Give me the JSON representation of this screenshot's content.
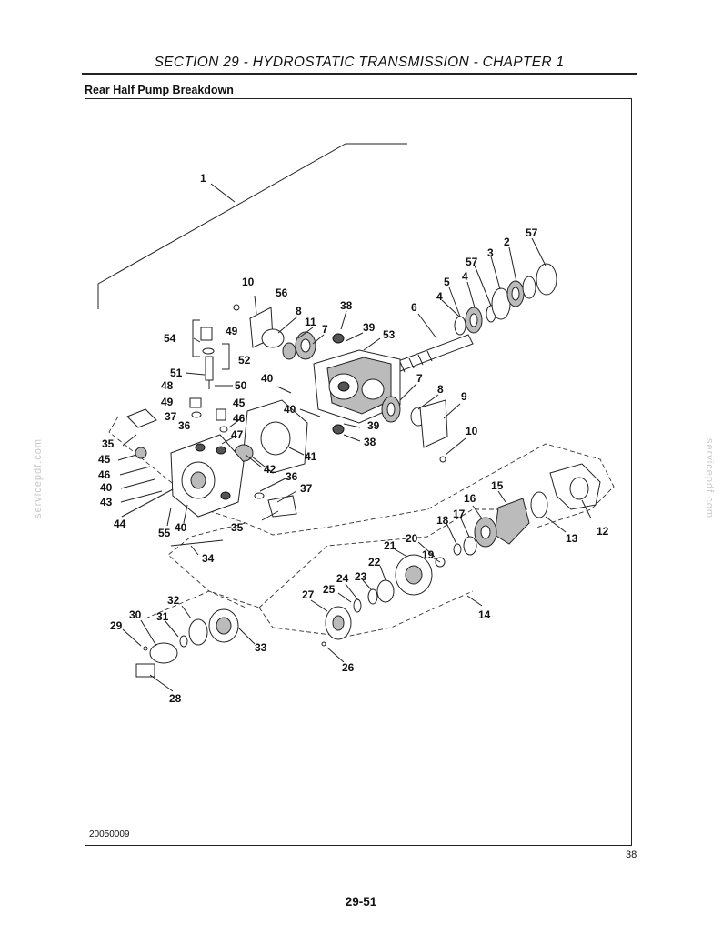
{
  "header": {
    "section_title": "SECTION 29 - HYDROSTATIC TRANSMISSION - CHAPTER 1"
  },
  "figure": {
    "title": "Rear Half Pump Breakdown",
    "id": "20050009",
    "number": "38"
  },
  "page_number": "29-51",
  "watermark": "servicepdf.com",
  "callouts": [
    {
      "key": "c1",
      "label": "1"
    },
    {
      "key": "c57a",
      "label": "57"
    },
    {
      "key": "c2",
      "label": "2"
    },
    {
      "key": "c57b",
      "label": "57"
    },
    {
      "key": "c3",
      "label": "3"
    },
    {
      "key": "c5",
      "label": "5"
    },
    {
      "key": "c4a",
      "label": "4"
    },
    {
      "key": "c4b",
      "label": "4"
    },
    {
      "key": "c6",
      "label": "6"
    },
    {
      "key": "c10a",
      "label": "10"
    },
    {
      "key": "c56",
      "label": "56"
    },
    {
      "key": "c38a",
      "label": "38"
    },
    {
      "key": "c8a",
      "label": "8"
    },
    {
      "key": "c11",
      "label": "11"
    },
    {
      "key": "c39a",
      "label": "39"
    },
    {
      "key": "c49a",
      "label": "49"
    },
    {
      "key": "c7a",
      "label": "7"
    },
    {
      "key": "c53",
      "label": "53"
    },
    {
      "key": "c54",
      "label": "54"
    },
    {
      "key": "c52",
      "label": "52"
    },
    {
      "key": "c51",
      "label": "51"
    },
    {
      "key": "c50",
      "label": "50"
    },
    {
      "key": "c40a",
      "label": "40"
    },
    {
      "key": "c7b",
      "label": "7"
    },
    {
      "key": "c8b",
      "label": "8"
    },
    {
      "key": "c9",
      "label": "9"
    },
    {
      "key": "c48",
      "label": "48"
    },
    {
      "key": "c49b",
      "label": "49"
    },
    {
      "key": "c45a",
      "label": "45"
    },
    {
      "key": "c40b",
      "label": "40"
    },
    {
      "key": "c46a",
      "label": "46"
    },
    {
      "key": "c37a",
      "label": "37"
    },
    {
      "key": "c36a",
      "label": "36"
    },
    {
      "key": "c47",
      "label": "47"
    },
    {
      "key": "c39b",
      "label": "39"
    },
    {
      "key": "c10b",
      "label": "10"
    },
    {
      "key": "c38b",
      "label": "38"
    },
    {
      "key": "c35a",
      "label": "35"
    },
    {
      "key": "c41",
      "label": "41"
    },
    {
      "key": "c45b",
      "label": "45"
    },
    {
      "key": "c42",
      "label": "42"
    },
    {
      "key": "c46b",
      "label": "46"
    },
    {
      "key": "c36b",
      "label": "36"
    },
    {
      "key": "c40c",
      "label": "40"
    },
    {
      "key": "c37b",
      "label": "37"
    },
    {
      "key": "c43",
      "label": "43"
    },
    {
      "key": "c44",
      "label": "44"
    },
    {
      "key": "c55",
      "label": "55"
    },
    {
      "key": "c40d",
      "label": "40"
    },
    {
      "key": "c35b",
      "label": "35"
    },
    {
      "key": "c15",
      "label": "15"
    },
    {
      "key": "c16",
      "label": "16"
    },
    {
      "key": "c18",
      "label": "18"
    },
    {
      "key": "c17",
      "label": "17"
    },
    {
      "key": "c12",
      "label": "12"
    },
    {
      "key": "c13",
      "label": "13"
    },
    {
      "key": "c20",
      "label": "20"
    },
    {
      "key": "c19",
      "label": "19"
    },
    {
      "key": "c34",
      "label": "34"
    },
    {
      "key": "c21",
      "label": "21"
    },
    {
      "key": "c22",
      "label": "22"
    },
    {
      "key": "c24",
      "label": "24"
    },
    {
      "key": "c23",
      "label": "23"
    },
    {
      "key": "c14",
      "label": "14"
    },
    {
      "key": "c32",
      "label": "32"
    },
    {
      "key": "c27",
      "label": "27"
    },
    {
      "key": "c25",
      "label": "25"
    },
    {
      "key": "c30",
      "label": "30"
    },
    {
      "key": "c31",
      "label": "31"
    },
    {
      "key": "c29",
      "label": "29"
    },
    {
      "key": "c33",
      "label": "33"
    },
    {
      "key": "c26",
      "label": "26"
    },
    {
      "key": "c28",
      "label": "28"
    }
  ]
}
